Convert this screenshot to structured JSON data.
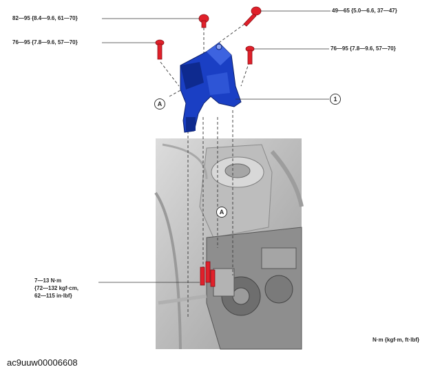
{
  "torque": {
    "top_bolt": "82—95 {8.4—9.6, 61—70}",
    "upper_right_bolt": "49—65 {5.0—6.6, 37—47}",
    "left_bolt": "76—95 {7.8—9.6, 57—70}",
    "right_bolt": "76—95 {7.8—9.6, 57—70}",
    "lower_nuts_line1": "7—13 N·m",
    "lower_nuts_line2": "{72—132 kgf·cm,",
    "lower_nuts_line3": "62—115 in·lbf}"
  },
  "callouts": {
    "a_upper": "A",
    "a_lower": "A",
    "one": "1"
  },
  "units_legend": "N·m {kgf·m, ft·lbf}",
  "figure_id": "ac9uuw00006608",
  "colors": {
    "bracket": "#1a3fc4",
    "bracket_dark": "#0e2a8f",
    "bolt": "#e0202a",
    "engine_bg": "#c9c9c9"
  }
}
